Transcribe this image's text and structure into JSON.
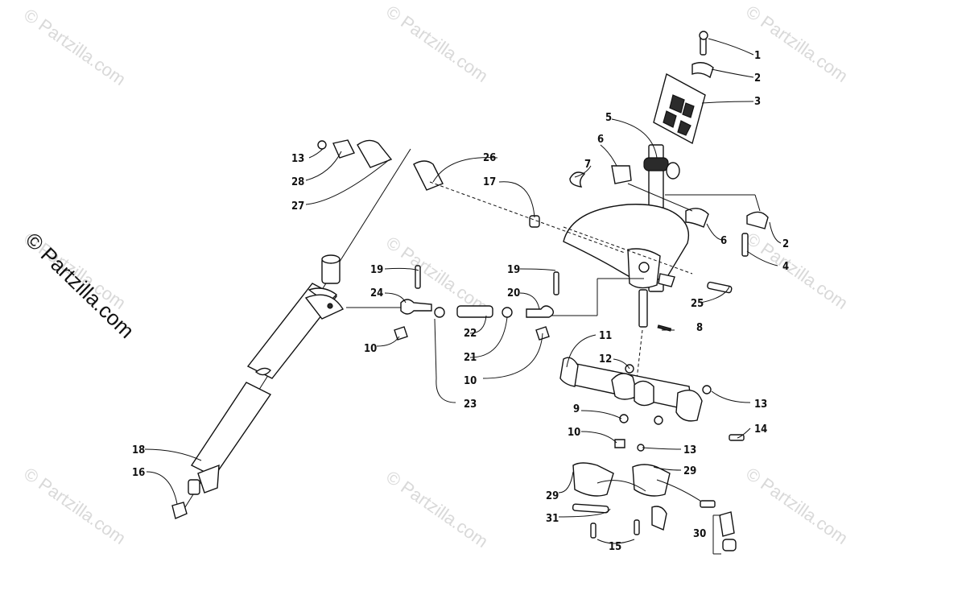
{
  "watermarks": [
    "© Partzilla.com",
    "© Partzilla.com",
    "© Partzilla.com",
    "© Partzilla.com",
    "© Partzilla.com",
    "© Partzilla.com",
    "© Partzilla.com",
    "© Partzilla.com",
    "© Partzilla.com"
  ],
  "side_watermark": "© Partzilla.com",
  "callouts": [
    "1",
    "2",
    "3",
    "5",
    "6",
    "7",
    "2",
    "6",
    "4",
    "13",
    "28",
    "27",
    "26",
    "17",
    "19",
    "24",
    "10",
    "22",
    "21",
    "23",
    "19",
    "20",
    "10",
    "25",
    "8",
    "11",
    "12",
    "9",
    "10",
    "13",
    "14",
    "13",
    "18",
    "16",
    "29",
    "29",
    "31",
    "15",
    "30"
  ]
}
